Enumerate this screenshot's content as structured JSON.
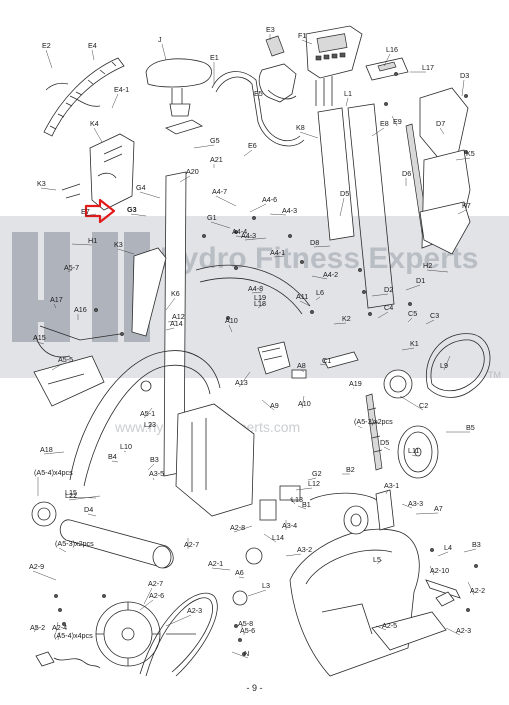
{
  "page_number": "- 9 -",
  "watermark": {
    "brand": "Hydro Fitness Experts",
    "web": "www.hydrofitnessexperts.com",
    "tm": "TM",
    "band_color": "#c8ccd3"
  },
  "highlight": {
    "target_label": "G3",
    "arrow_color": "#e21a1a"
  },
  "callouts": [
    "E2",
    "E4",
    "J",
    "E3",
    "F1",
    "L16",
    "L17",
    "D3",
    "E1",
    "E4-1",
    "E5",
    "K4",
    "L1",
    "E9",
    "E8",
    "K8",
    "D7",
    "G5",
    "E6",
    "K3",
    "A20",
    "A21",
    "K5",
    "G4",
    "E7",
    "D6",
    "G3",
    "A4-7",
    "A4-6",
    "A4-3",
    "D5",
    "K7",
    "H1",
    "G1",
    "A4-4",
    "A4-3",
    "D8",
    "K3",
    "A5-7",
    "A4-1",
    "H2",
    "A4-2",
    "D1",
    "A4-8",
    "L19",
    "L18",
    "A11",
    "L6",
    "D2",
    "A17",
    "K6",
    "A16",
    "A12",
    "A14",
    "A10",
    "K2",
    "C4",
    "C5",
    "C3",
    "A15",
    "K1",
    "A5-5",
    "A13",
    "C1",
    "A9",
    "L9",
    "A8",
    "A19",
    "A10",
    "C2",
    "A5-1",
    "L23",
    "A18",
    "L10",
    "(A5-3)x2pcs",
    "B5",
    "B4",
    "D5",
    "L11",
    "B3",
    "L22",
    "A3-5",
    "L12",
    "G2",
    "B2",
    "(A5-4)x4pcs",
    "L15",
    "L13",
    "B1",
    "D4",
    "A3-1",
    "A3-4",
    "A3-3",
    "A7",
    "A2-7",
    "L14",
    "A2-8",
    "A3-2",
    "L4",
    "B3",
    "(A5-3)x2pcs",
    "L5",
    "A2-10",
    "A2-9",
    "A2-1",
    "A2-7",
    "A6",
    "A2-6",
    "L3",
    "A2-2",
    "A2-3",
    "A2-4",
    "A5-8",
    "A5-6",
    "A2-5",
    "A2-3",
    "A5-2",
    "(A5-4)x4pcs",
    "N"
  ]
}
